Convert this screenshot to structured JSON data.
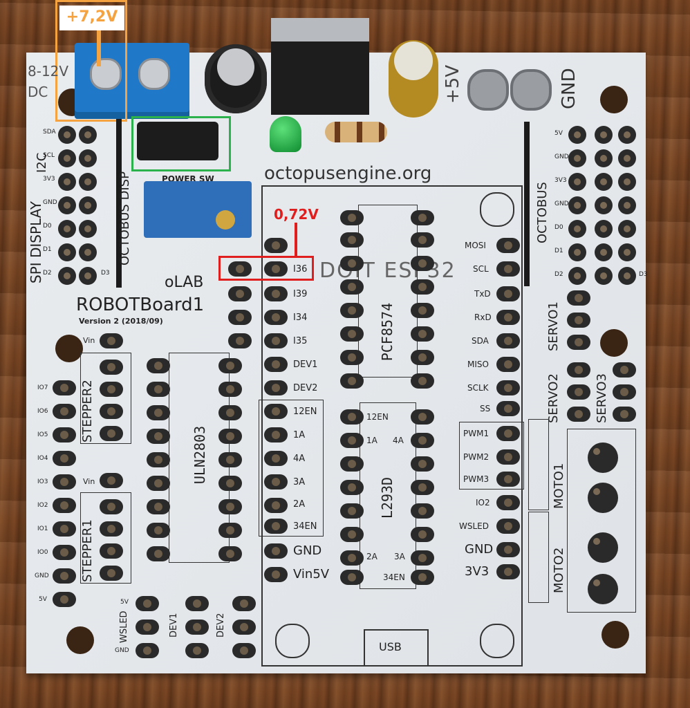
{
  "annotations": {
    "supply_voltage": "+7,2V",
    "measured_voltage": "0,72V"
  },
  "colors": {
    "supply_annotation": "#f4a340",
    "measure_annotation": "#e11e1e",
    "power_switch_box": "#2bb24c"
  },
  "board": {
    "name": "ROBOTBoard1",
    "version": "Version 2 (2018/09)",
    "brand": "oLAB",
    "website": "octopusengine.org",
    "power_input": "8-12V DC",
    "power_switch": "POWER SW",
    "rail_plus": "+5V",
    "rail_gnd": "GND",
    "module_socket": "DOIT ESP32",
    "usb_label": "USB"
  },
  "left_header": {
    "sections": [
      "SPI DISPLAY",
      "I2C",
      "OCTOBUS DISP"
    ],
    "rows": [
      "SDA",
      "SCL",
      "3V3",
      "GND",
      "D0",
      "D1",
      "D2",
      "D3"
    ]
  },
  "right_header": {
    "section": "OCTOBUS",
    "rows": [
      "5V",
      "GND",
      "3V3",
      "GND",
      "D0",
      "D1",
      "D2",
      "D3"
    ]
  },
  "esp_left_pins": [
    "I36",
    "I39",
    "I34",
    "I35",
    "DEV1",
    "DEV2"
  ],
  "esp_right_pins": [
    "MOSI",
    "SCL",
    "TxD",
    "RxD",
    "SDA",
    "MISO",
    "SCLK",
    "SS"
  ],
  "l293d_side_pins": [
    "12EN",
    "1A",
    "4A",
    "3A",
    "2A",
    "34EN",
    "GND",
    "Vin5V"
  ],
  "l293d_inner": [
    "12EN",
    "1A",
    "4A",
    "2A",
    "3A",
    "34EN"
  ],
  "pwm_pins": [
    "PWM1",
    "PWM2",
    "PWM3",
    "IO2",
    "WSLED",
    "GND",
    "3V3"
  ],
  "chips": [
    "PCF8574",
    "L293D",
    "ULN2803"
  ],
  "steppers": [
    "STEPPER2",
    "STEPPER1"
  ],
  "stepper_io": [
    "IO7",
    "IO6",
    "IO5",
    "IO4",
    "IO3",
    "IO2",
    "IO1",
    "IO0",
    "GND",
    "5V"
  ],
  "vin_label": "Vin",
  "servos": [
    "SERVO1",
    "SERVO2",
    "SERVO3"
  ],
  "motors": [
    "MOTO1",
    "MOTO2"
  ],
  "bottom_headers": [
    "WSLED",
    "DEV1",
    "DEV2"
  ],
  "bottom_row_labels": [
    "5V",
    "GND"
  ]
}
